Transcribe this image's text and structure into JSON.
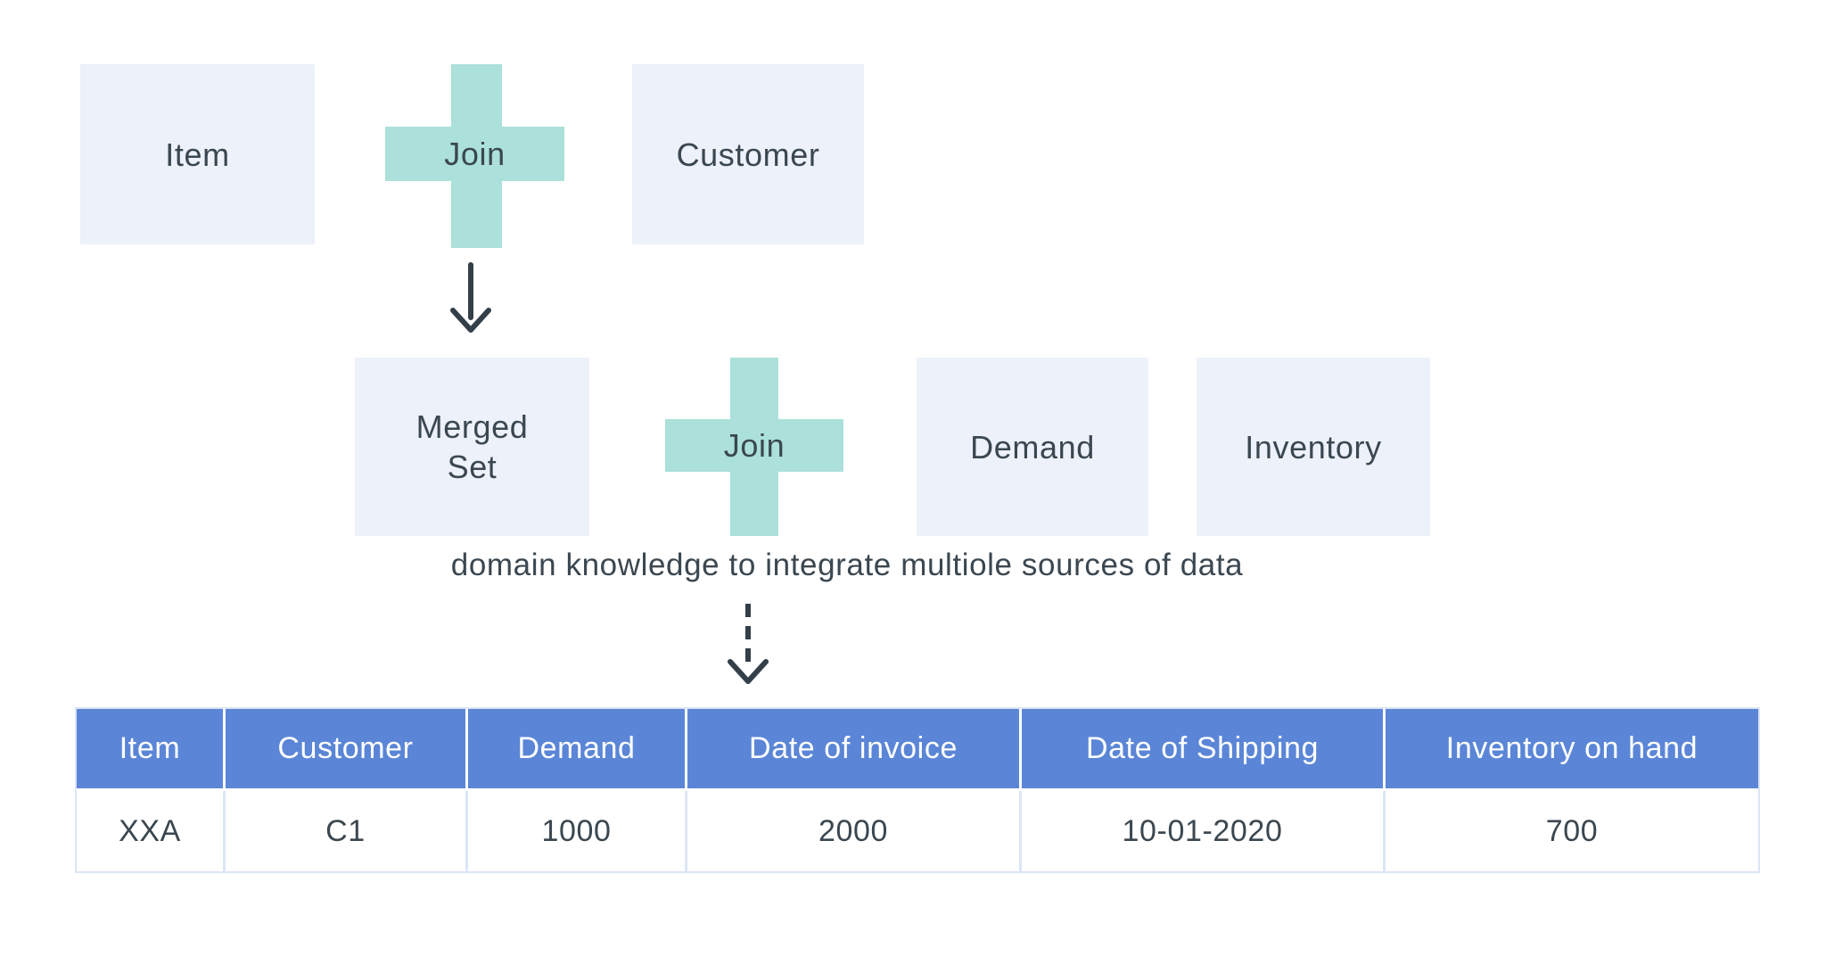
{
  "colors": {
    "box_fill": "#edf1f9",
    "join_fill": "#ace0da",
    "header_fill": "#5b86d7",
    "header_text": "#ffffff",
    "ink": "#3b4750",
    "arrow_ink": "#333f49",
    "table_border": "#dbe5f5",
    "cell_divider": "#dce6f6"
  },
  "diagram": {
    "row1": {
      "item": "Item",
      "join": "Join",
      "customer": "Customer"
    },
    "row2": {
      "merged": "Merged Set",
      "join": "Join",
      "demand": "Demand",
      "inventory": "Inventory"
    },
    "caption": "domain knowledge to integrate multiole sources of data"
  },
  "table": {
    "headers": [
      "Item",
      "Customer",
      "Demand",
      "Date of invoice",
      "Date of Shipping",
      "Inventory on hand"
    ],
    "rows": [
      [
        "XXA",
        "C1",
        "1000",
        "2000",
        "10-01-2020",
        "700"
      ]
    ]
  }
}
